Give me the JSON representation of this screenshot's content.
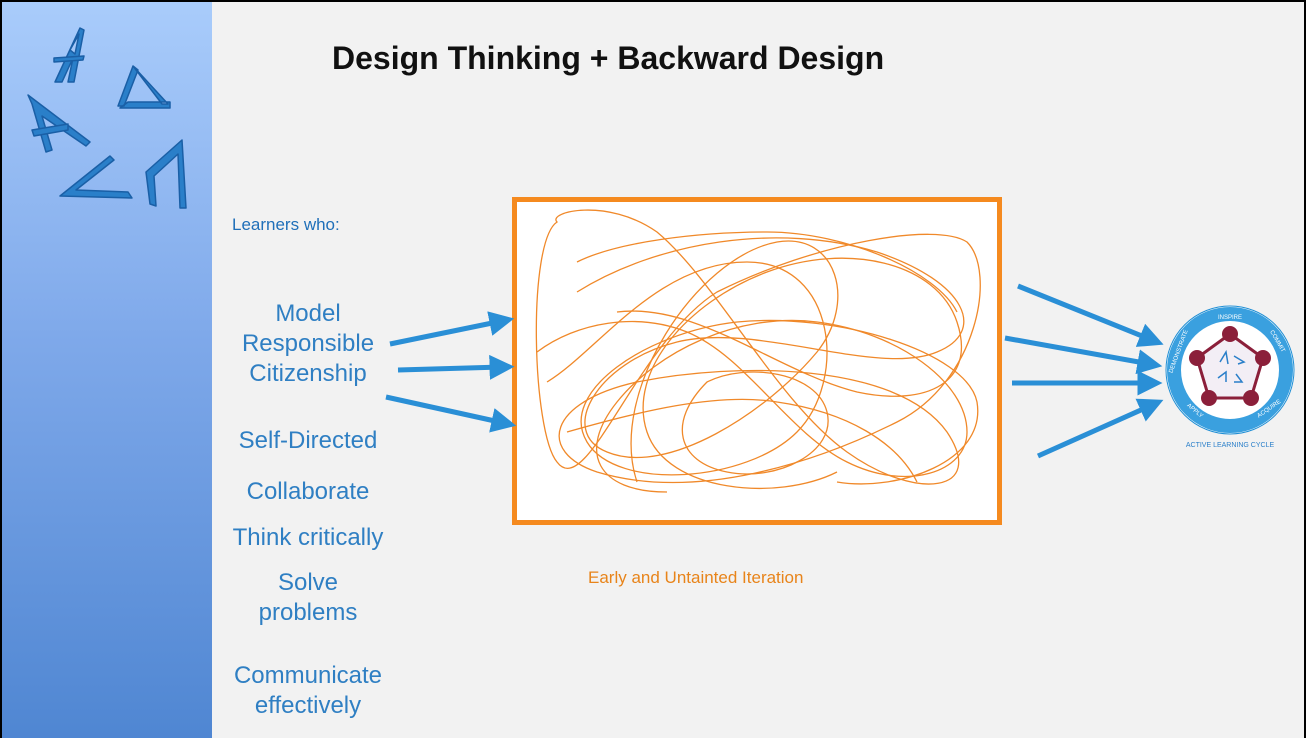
{
  "slide": {
    "title": "Design Thinking + Backward Design",
    "intro": "Learners who:",
    "outcomes": [
      [
        "Model",
        "Responsible",
        "Citizenship"
      ],
      [
        "Self-Directed"
      ],
      [
        "Collaborate"
      ],
      [
        "Think critically"
      ],
      [
        "Solve",
        "problems"
      ],
      [
        "Communicate",
        "effectively"
      ]
    ],
    "iteration_label": "Early and Untainted Iteration"
  },
  "logo": {
    "cycle_words": [
      "INSPIRE",
      "COMMIT",
      "ACQUIRE",
      "APPLY",
      "DEMONSTRATE"
    ],
    "cycle_caption": "ACTIVE LEARNING CYCLE"
  },
  "colors": {
    "sidebar_top": "#a9ccfb",
    "sidebar_bottom": "#4f86d2",
    "accent_blue": "#2f7fc3",
    "arrow_blue": "#2a8fd6",
    "accent_orange": "#f58a1f",
    "cycle_maroon": "#8b1f3a"
  },
  "icons": [
    "star-logo-icon",
    "arrow-icon",
    "active-learning-cycle-icon"
  ]
}
